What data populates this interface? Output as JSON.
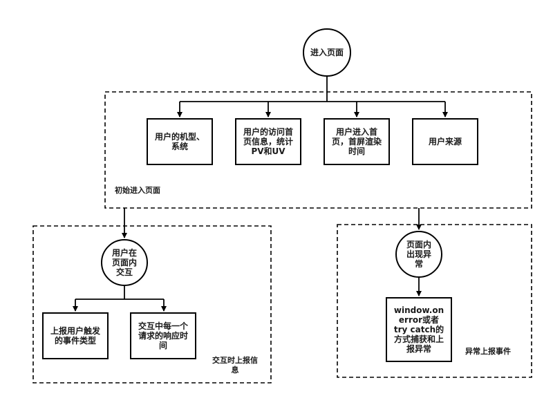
{
  "groups": {
    "initial": {
      "label": "初始进入页面"
    },
    "interaction": {
      "label_lines": [
        "交互时上报信",
        "息"
      ]
    },
    "exception": {
      "label": "异常上报事件"
    }
  },
  "nodes": {
    "enter_page": {
      "lines": [
        "进入页面"
      ]
    },
    "device": {
      "lines": [
        "用户的机型、",
        "系统"
      ]
    },
    "visit": {
      "lines": [
        "用户的访问首",
        "页信息，统计",
        "PV和UV"
      ]
    },
    "first_paint": {
      "lines": [
        "用户进入首",
        "页，首屏渲染",
        "时间"
      ]
    },
    "source": {
      "lines": [
        "用户来源"
      ]
    },
    "interact": {
      "lines": [
        "用户在",
        "页面内",
        "交互"
      ]
    },
    "report_event": {
      "lines": [
        "上报用户触发",
        "的事件类型"
      ]
    },
    "response_time": {
      "lines": [
        "交互中每一个",
        "请求的响应时",
        "间"
      ]
    },
    "exception_occurs": {
      "lines": [
        "页面内",
        "出现异",
        "常"
      ]
    },
    "catch_report": {
      "lines": [
        "window.on",
        "error或者",
        "try catch的",
        "方式捕获和上",
        "报异常"
      ]
    }
  }
}
